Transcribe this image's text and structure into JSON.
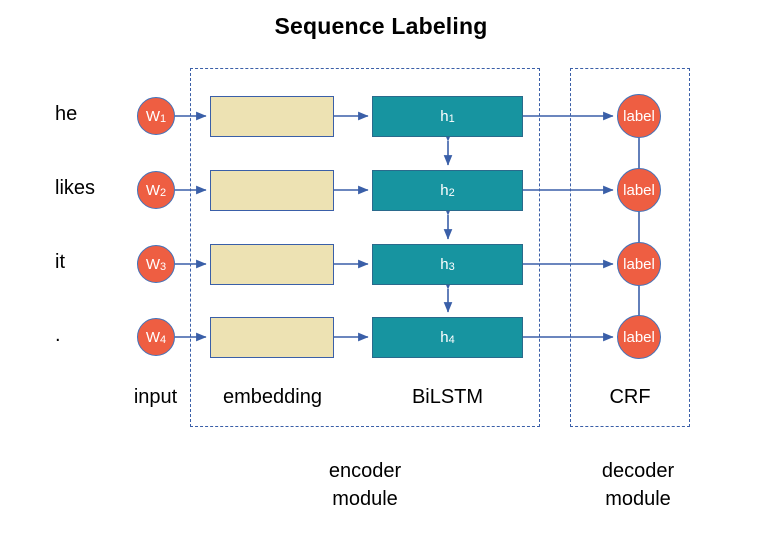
{
  "title": "Sequence Labeling",
  "colors": {
    "token_fill": "#EE5E42",
    "token_border": "#4472B8",
    "embedding_fill": "#EDE2B3",
    "embedding_border": "#3A5FA8",
    "lstm_fill": "#1794A0",
    "lstm_border": "#2A6A8C",
    "frame_dashed": "#3A5FA8",
    "arrow": "#3A5FA8",
    "background": "#FFFFFF",
    "text": "#000000"
  },
  "inputs": [
    {
      "word": "he",
      "token": "W",
      "index": "1"
    },
    {
      "word": "likes",
      "token": "W",
      "index": "2"
    },
    {
      "word": "it",
      "token": "W",
      "index": "3"
    },
    {
      "word": ".",
      "token": "W",
      "index": "4"
    }
  ],
  "hidden_states": [
    {
      "name": "h",
      "index": "1"
    },
    {
      "name": "h",
      "index": "2"
    },
    {
      "name": "h",
      "index": "3"
    },
    {
      "name": "h",
      "index": "4"
    }
  ],
  "labels": [
    {
      "text": "label"
    },
    {
      "text": "label"
    },
    {
      "text": "label"
    },
    {
      "text": "label"
    }
  ],
  "column_captions": {
    "input": "input",
    "embedding": "embedding",
    "bilstm": "BiLSTM",
    "crf": "CRF"
  },
  "module_captions": {
    "encoder_line1": "encoder",
    "encoder_line2": "module",
    "decoder_line1": "decoder",
    "decoder_line2": "module"
  }
}
